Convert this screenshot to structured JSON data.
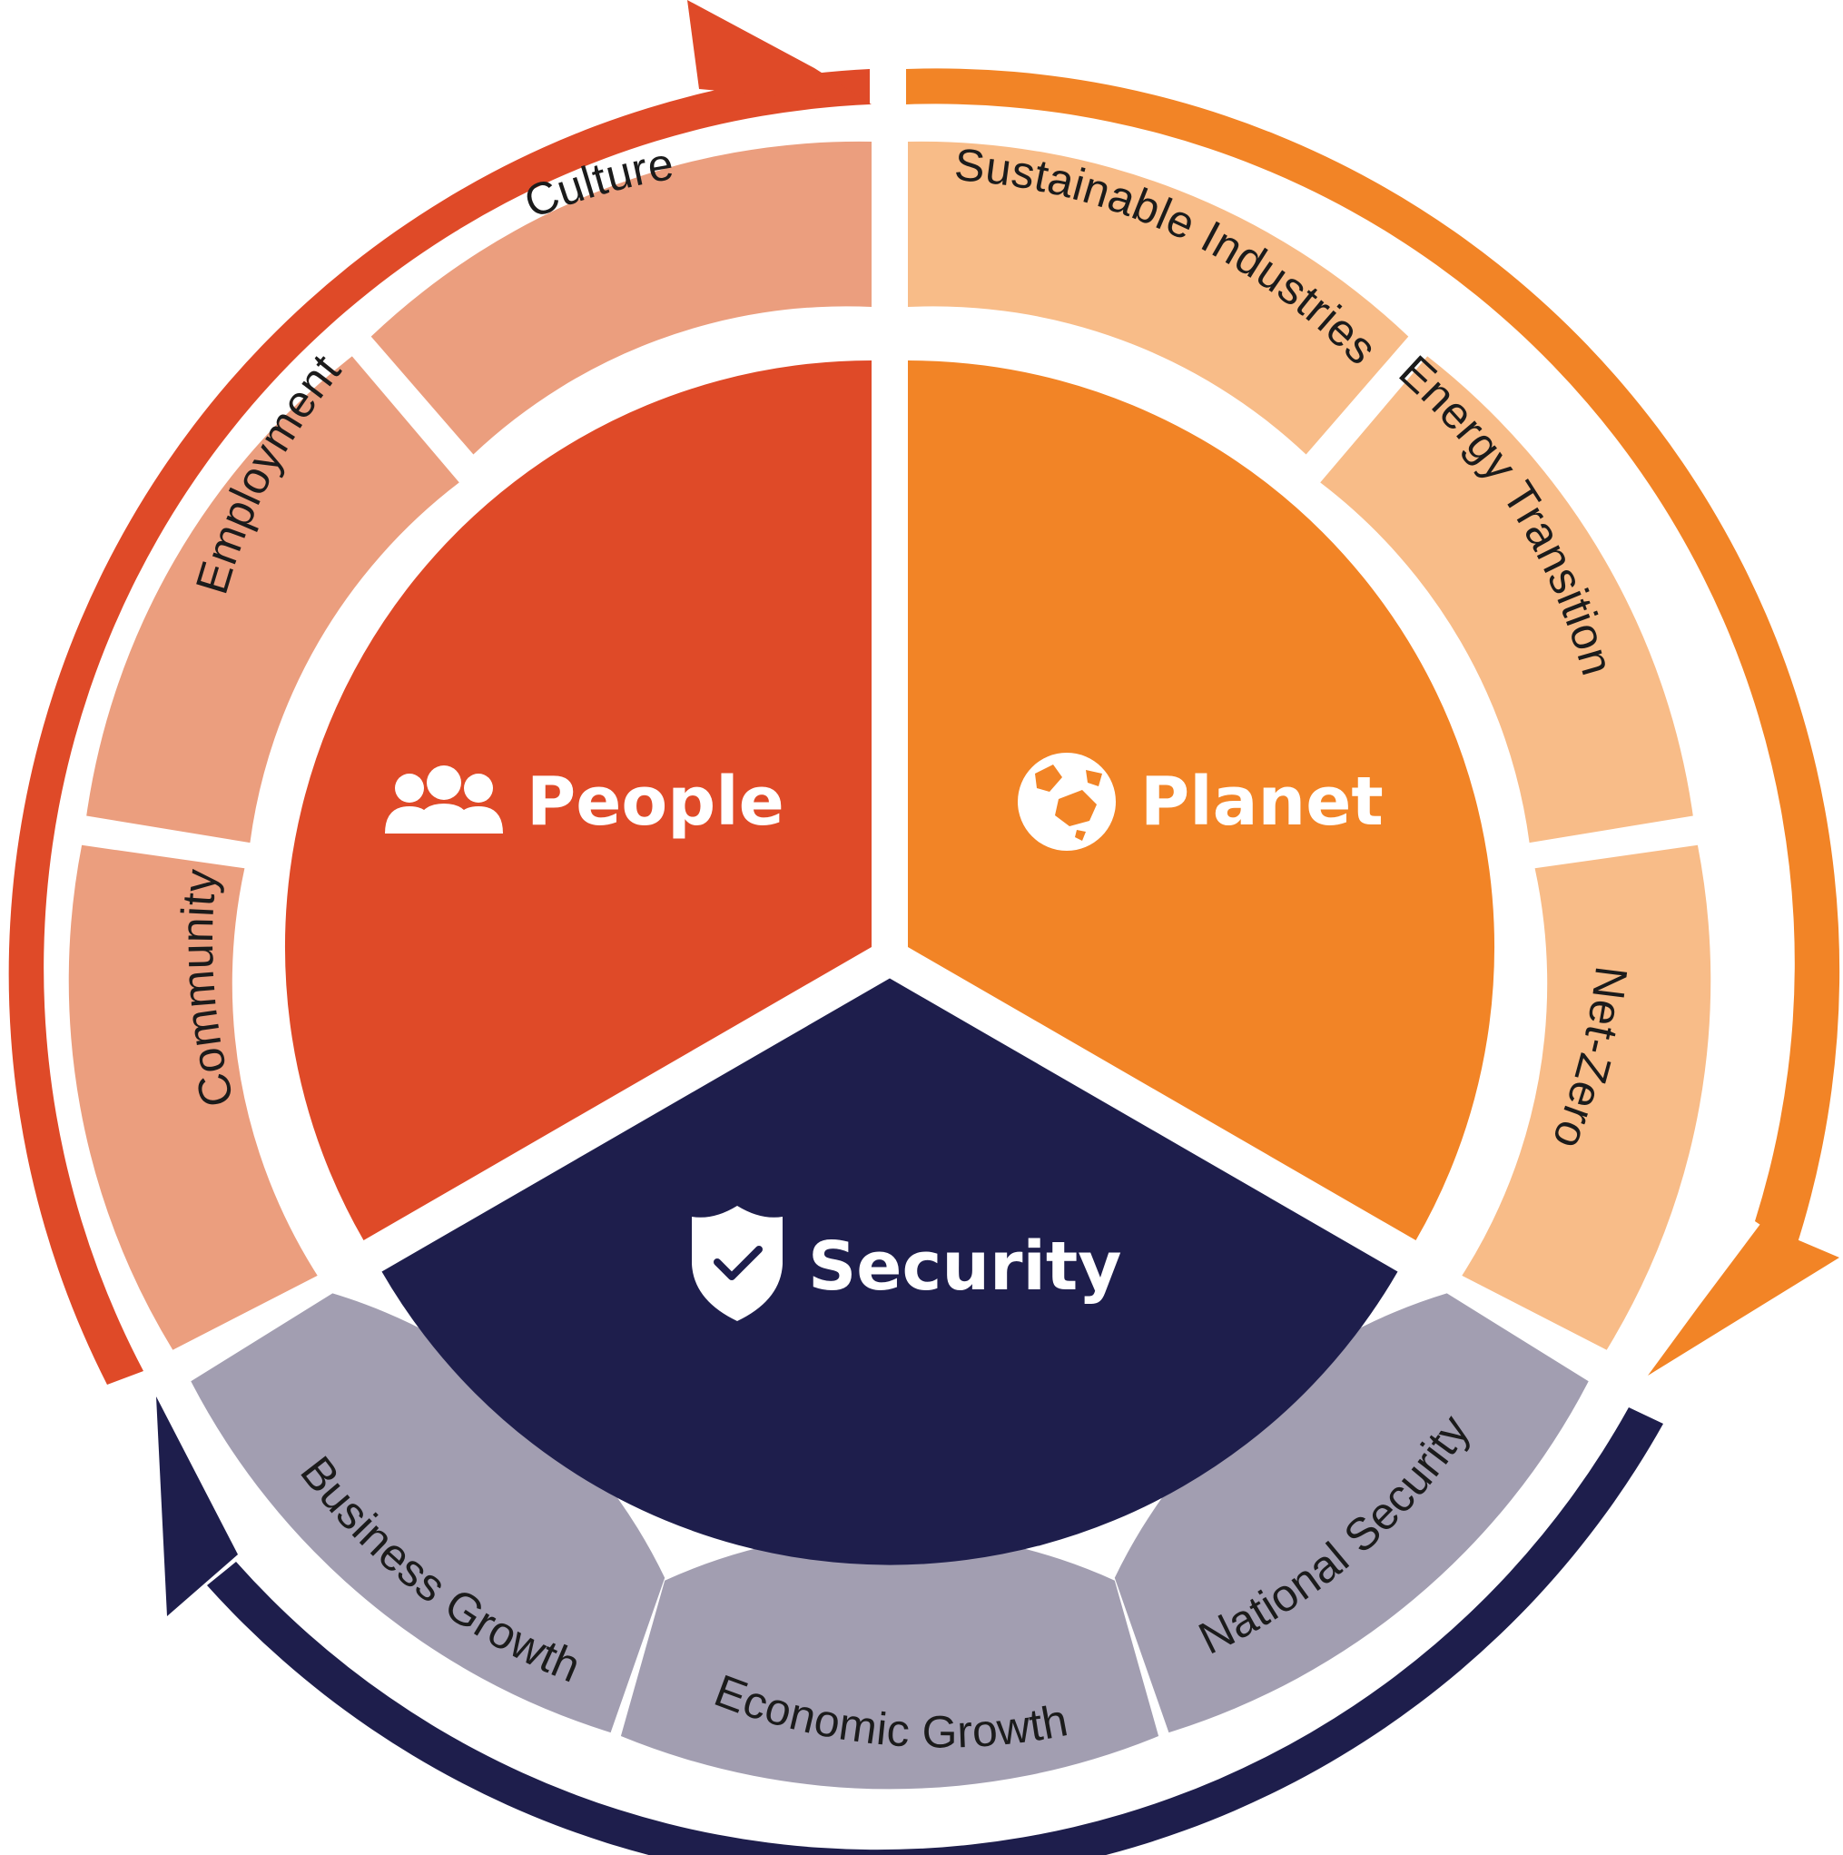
{
  "colors": {
    "people": "#df4a28",
    "people_light": "#eb9e7e",
    "planet": "#f28426",
    "planet_light": "#f8bc88",
    "security": "#1e1e4c",
    "security_light": "#a29eb1",
    "background": "#ffffff",
    "core_text": "#ffffff",
    "ring_text": "#1b1b1b"
  },
  "core": {
    "people": {
      "label": "People",
      "icon": "people-group-icon"
    },
    "planet": {
      "label": "Planet",
      "icon": "globe-icon"
    },
    "security": {
      "label": "Security",
      "icon": "shield-check-icon"
    }
  },
  "ring": {
    "culture": "Culture",
    "employment": "Employment",
    "community": "Community",
    "sustainable_industries": "Sustainable Industries",
    "energy_transition": "Energy Transition",
    "net_zero": "Net-Zero",
    "business_growth": "Business Growth",
    "economic_growth": "Economic Growth",
    "national_security": "National Security"
  }
}
